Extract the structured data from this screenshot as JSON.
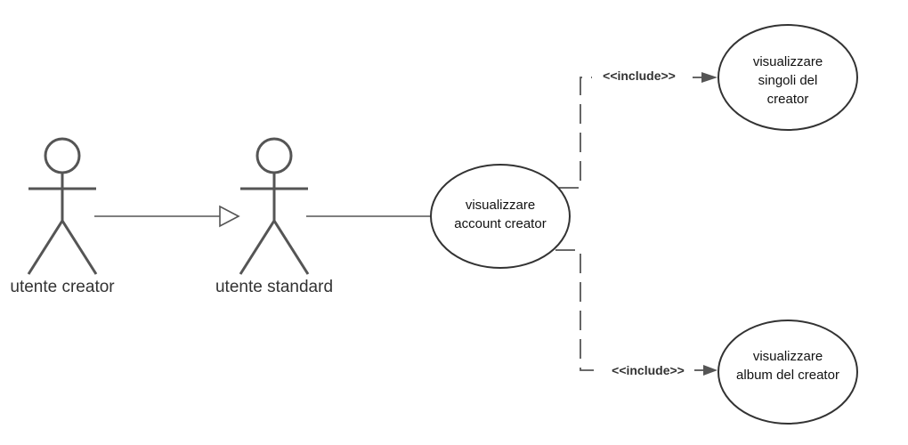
{
  "actors": [
    {
      "id": "creator",
      "label": "utente creator"
    },
    {
      "id": "standard",
      "label": "utente standard"
    }
  ],
  "use_cases": [
    {
      "id": "account",
      "lines": [
        "visualizzare",
        "account creator"
      ]
    },
    {
      "id": "singoli",
      "lines": [
        "visualizzare",
        "singoli del",
        "creator"
      ]
    },
    {
      "id": "album",
      "lines": [
        "visualizzare",
        "album del creator"
      ]
    }
  ],
  "relations": [
    {
      "type": "generalization",
      "from": "creator",
      "to": "standard"
    },
    {
      "type": "association",
      "from": "standard",
      "to": "account"
    },
    {
      "type": "include",
      "from": "account",
      "to": "singoli",
      "label": "<<include>>"
    },
    {
      "type": "include",
      "from": "account",
      "to": "album",
      "label": "<<include>>"
    }
  ],
  "colors": {
    "line": "#555555",
    "text": "#333333",
    "background": "#ffffff"
  }
}
